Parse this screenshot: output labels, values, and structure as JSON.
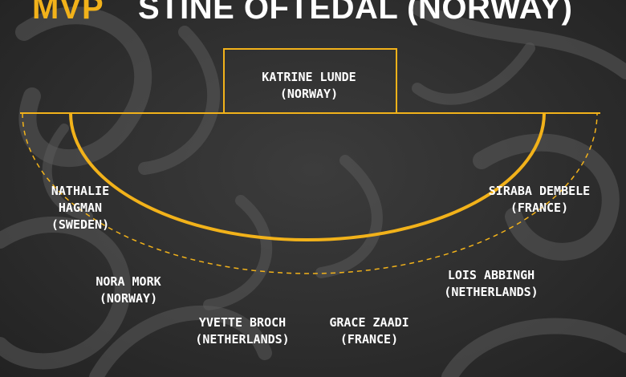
{
  "header": {
    "mvp_label": "MVP",
    "mvp_name": "STINE OFTEDAL (NORWAY)"
  },
  "colors": {
    "accent": "#f2b21a",
    "background": "#2b2b2b",
    "text": "#ffffff"
  },
  "players": {
    "goalkeeper": {
      "name": "KATRINE LUNDE",
      "country": "(NORWAY)"
    },
    "left_wing": {
      "name": "NATHALIE HAGMAN",
      "name_line1": "NATHALIE",
      "name_line2": "HAGMAN",
      "country": "(SWEDEN)"
    },
    "right_wing": {
      "name": "SIRABA DEMBELE",
      "country": "(FRANCE)"
    },
    "left_back": {
      "name": "NORA MORK",
      "country": "(NORWAY)"
    },
    "right_back": {
      "name": "LOIS ABBINGH",
      "country": "(NETHERLANDS)"
    },
    "centre_back": {
      "name": "YVETTE BROCH",
      "country": "(NETHERLANDS)"
    },
    "pivot": {
      "name": "GRACE ZAADI",
      "country": "(FRANCE)"
    }
  }
}
